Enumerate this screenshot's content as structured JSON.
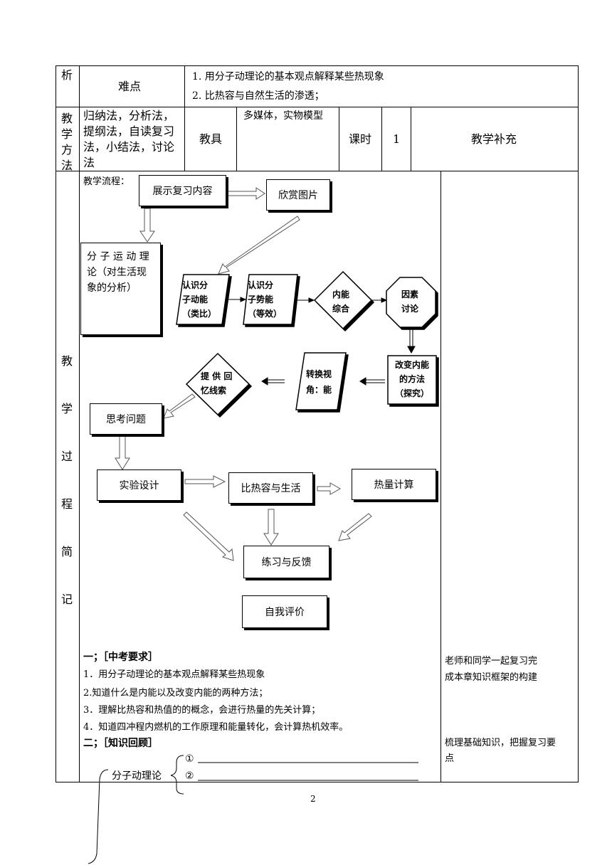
{
  "table": {
    "row1": {
      "left_char": "析",
      "label": "难点",
      "items": [
        "1.  用分子动理论的基本观点解释某些热现象",
        "2.  比热容与自然生活的渗透；"
      ]
    },
    "row2": {
      "label_chars": [
        "教",
        "学",
        "方",
        "法"
      ],
      "methods_lines": [
        "归纳法，分析法，",
        "提纲法，自读复习",
        "法，小结法，讨论",
        "法"
      ],
      "tools_label": "教具",
      "tools_value": "多媒体，实物模型",
      "period_label": "课时",
      "period_value": "1",
      "supplement_label": "教学补充"
    },
    "row3": {
      "label_chars": [
        "教",
        "学",
        "过",
        "程",
        "简",
        "记"
      ]
    }
  },
  "flow": {
    "title": "教学流程：",
    "nodes": {
      "show_review": "展示复习内容",
      "enjoy_pictures": "欣赏图片",
      "molecular_theory_lines": [
        "分 子 运 动 理",
        "论（对生活现",
        "象的分析）"
      ],
      "kinetic_lines": [
        "认识分",
        "子动能",
        "（类比）"
      ],
      "potential_lines": [
        "认识分",
        "子势能",
        "（等效）"
      ],
      "internal_lines": [
        "内能",
        "综合"
      ],
      "factors_lines": [
        "因素",
        "讨论"
      ],
      "change_method_lines": [
        "改变内能",
        "的方法",
        "（探究）"
      ],
      "perspective_lines": [
        "转换视",
        "角：能"
      ],
      "clues_lines": [
        "提 供 回",
        "忆线索"
      ],
      "think": "思考问题",
      "experiment": "实验设计",
      "specific_heat": "比热容与生活",
      "heat_calc": "热量计算",
      "practice": "练习与反馈",
      "self_eval": "自我评价"
    }
  },
  "content": {
    "section1_title": "一；［中考要求］",
    "req_items": [
      "1．用分子动理论的基本观点解释某些热现象",
      "2.知道什么是内能以及改变内能的两种方法；",
      "3．理解比热容和热值的的概念，会进行热量的先关计算；",
      "4．知道四冲程内燃机的工作原理和能量转化，会计算热机效率。"
    ],
    "section2_title": "二；［知识回顾］",
    "molecular_label": "分子动理论",
    "blank1": "①",
    "blank2": "②"
  },
  "notes": {
    "note1_lines": [
      "老师和同学一起复习完",
      "成本章知识框架的构建"
    ],
    "note2_lines": [
      "梳理基础知识，把握复习要",
      "点"
    ]
  },
  "page_number": "2"
}
